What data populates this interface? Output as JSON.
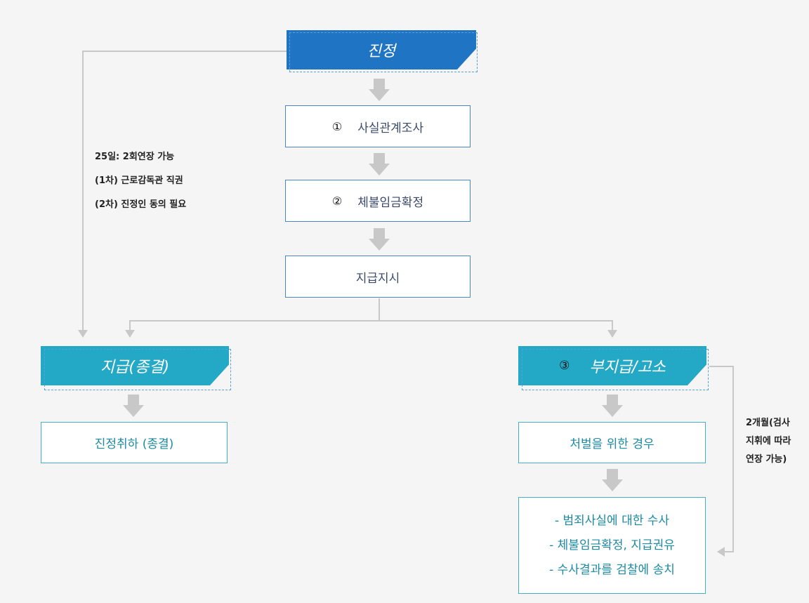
{
  "nodes": {
    "petition": "진정",
    "fact_investigation": {
      "num": "①",
      "label": "사실관계조사"
    },
    "wage_confirmation": {
      "num": "②",
      "label": "체불임금확정"
    },
    "payment_order": "지급지시",
    "payment_closure": "지급(종결)",
    "petition_withdrawal": "진정취하 (종결)",
    "nonpayment_complaint": {
      "num": "③",
      "label": "부지급/고소"
    },
    "punishment_case": "처벌을 위한 경우",
    "investigation_items": [
      "- 범죄사실에 대한 수사",
      "- 체불임금확정, 지급권유",
      "- 수사결과를 검찰에 송치"
    ]
  },
  "notes": {
    "left": [
      "25일: 2회연장 가능",
      "(1차) 근로감독관 직권",
      "(2차) 진정인 동의 필요"
    ],
    "right": [
      "2개월(검사",
      "지휘에 따라",
      "연장 가능)"
    ]
  },
  "colors": {
    "blue_banner": "#1f75c4",
    "teal_banner": "#23a9c6",
    "connector": "#c8c8c8"
  }
}
